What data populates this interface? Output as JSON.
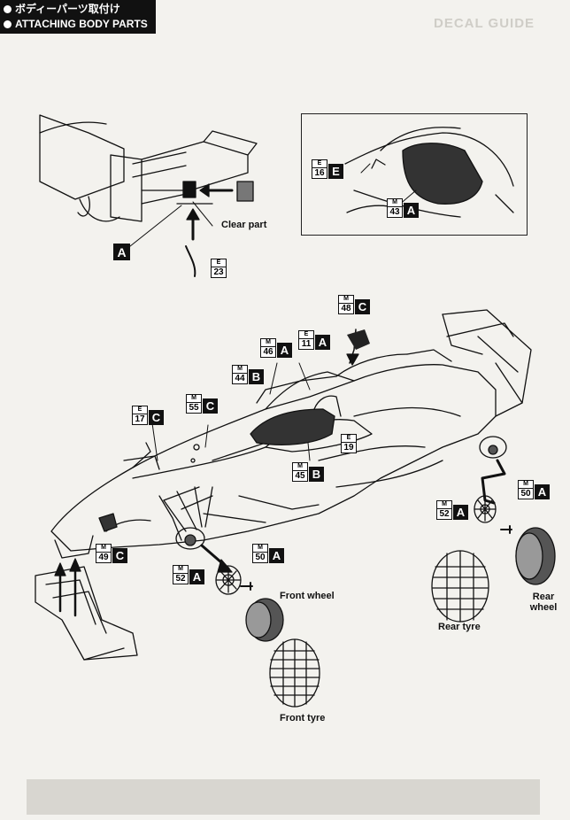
{
  "header": {
    "line1": "ボディーパーツ取付け",
    "line2": "ATTACHING BODY PARTS"
  },
  "background_text": {
    "decal_guide": "DECAL GUIDE"
  },
  "labels": {
    "clear_part": "Clear part",
    "front_wheel": "Front wheel",
    "front_tyre": "Front tyre",
    "rear_tyre": "Rear tyre",
    "rear_wheel": "Rear wheel"
  },
  "callouts": [
    {
      "series": "E",
      "num": "23",
      "letter": ""
    },
    {
      "series": "E",
      "num": "16",
      "letter": "E"
    },
    {
      "series": "M",
      "num": "43",
      "letter": "A"
    },
    {
      "series": "M",
      "num": "48",
      "letter": "C"
    },
    {
      "series": "M",
      "num": "46",
      "letter": "A"
    },
    {
      "series": "E",
      "num": "11",
      "letter": "A"
    },
    {
      "series": "M",
      "num": "44",
      "letter": "B"
    },
    {
      "series": "E",
      "num": "17",
      "letter": "C"
    },
    {
      "series": "M",
      "num": "55",
      "letter": "C"
    },
    {
      "series": "E",
      "num": "19",
      "letter": ""
    },
    {
      "series": "M",
      "num": "45",
      "letter": "B"
    },
    {
      "series": "M",
      "num": "49",
      "letter": "C"
    },
    {
      "series": "M",
      "num": "52",
      "letter": "A"
    },
    {
      "series": "M",
      "num": "50",
      "letter": "A"
    },
    {
      "series": "M",
      "num": "52",
      "letter": "A"
    },
    {
      "series": "M",
      "num": "50",
      "letter": "A"
    }
  ],
  "part_letters": {
    "inset_left": "A"
  }
}
